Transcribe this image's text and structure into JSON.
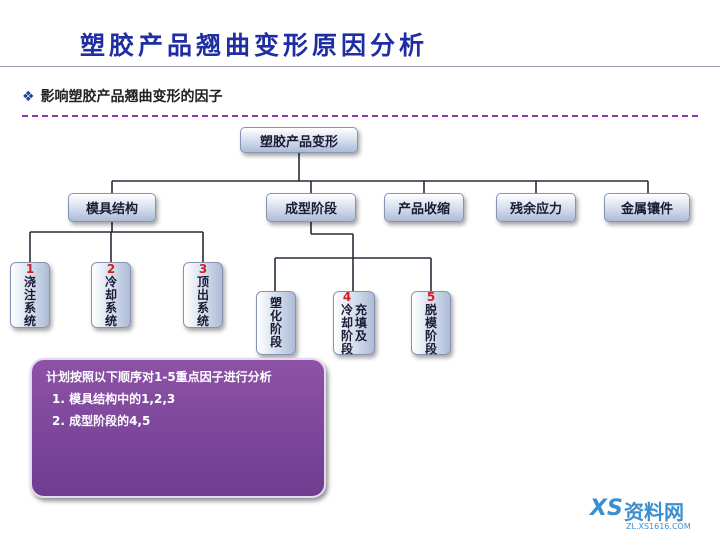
{
  "header": {
    "title": "塑胶产品翘曲变形原因分析",
    "subtitle_bullet": "❖",
    "subtitle": "影响塑胶产品翘曲变形的因子"
  },
  "diagram": {
    "root": "塑胶产品变形",
    "level1": [
      "模具结构",
      "成型阶段",
      "产品收缩",
      "残余应力",
      "金属镶件"
    ],
    "mold_children": [
      {
        "num": "1",
        "chars": [
          "浇",
          "注",
          "系",
          "统"
        ]
      },
      {
        "num": "2",
        "chars": [
          "冷",
          "却",
          "系",
          "统"
        ]
      },
      {
        "num": "3",
        "chars": [
          "顶",
          "出",
          "系",
          "统"
        ]
      }
    ],
    "molding_children": {
      "plasticize": {
        "chars": [
          "塑",
          "化",
          "阶",
          "段"
        ]
      },
      "fill_cool": {
        "num": "4",
        "col1": [
          "冷",
          "却",
          "阶",
          "段"
        ],
        "col2": [
          "充",
          "填",
          "及"
        ]
      },
      "demold": {
        "num": "5",
        "chars": [
          "脱",
          "模",
          "阶",
          "段"
        ]
      }
    }
  },
  "note": {
    "line1": "计划按照以下顺序对1-5重点因子进行分析",
    "item1": "1.   模具结构中的1,2,3",
    "item2": "2.   成型阶段的4,5"
  },
  "watermark": {
    "mark": "XS",
    "brand": "资料网",
    "url": "ZL.XS1616.COM"
  },
  "colors": {
    "title": "#1f2fa3",
    "dash_rule": "#8a3aa8",
    "note_bg": "#7a469a",
    "number": "#d21f1f"
  }
}
